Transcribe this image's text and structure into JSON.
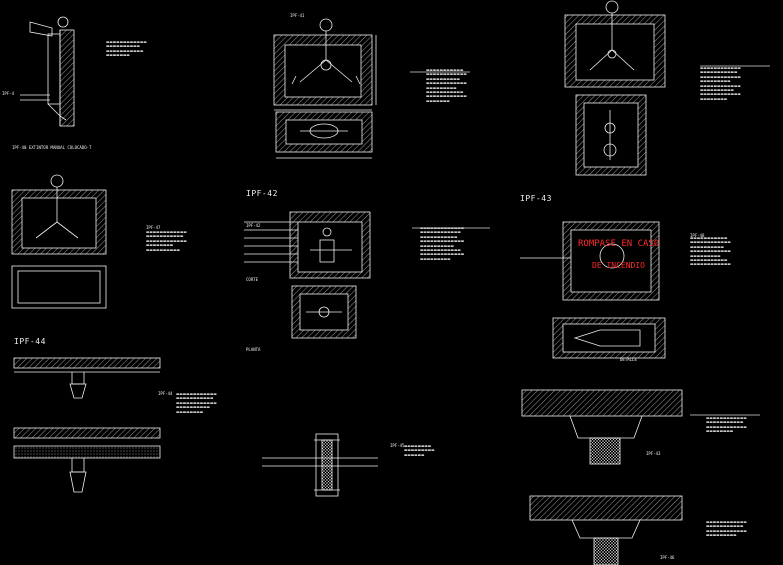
{
  "sheet": {
    "titles": {
      "ipf40": "IPF-40 EXTINTOR MANUAL COLOCADO-T",
      "ipf42": "IPF-42",
      "ipf43": "IPF-43",
      "ipf44": "IPF-44"
    },
    "panels": {
      "rompase_en_caso": "ROMPASE EN CASO",
      "de_incendio": "DE INCENDIO"
    },
    "codes": {
      "ipf_4": "IPF-4",
      "ipf_41": "IPF-41",
      "ipf_42": "IPF-42",
      "ipf_43": "IPF-43",
      "ipf_44": "IPF-44",
      "ipf_45": "IPF-45",
      "ipf_46": "IPF-46",
      "ipf_47": "IPF-47",
      "ipf_48": "IPF-48"
    },
    "captions": {
      "corte": "CORTE",
      "planta": "PLANTA",
      "detalle": "DETALLE"
    }
  },
  "colors": {
    "background": "#000000",
    "line": "#f0f0f0",
    "accent_red": "#ff2a2a",
    "hatch": "#b8b8b8"
  }
}
